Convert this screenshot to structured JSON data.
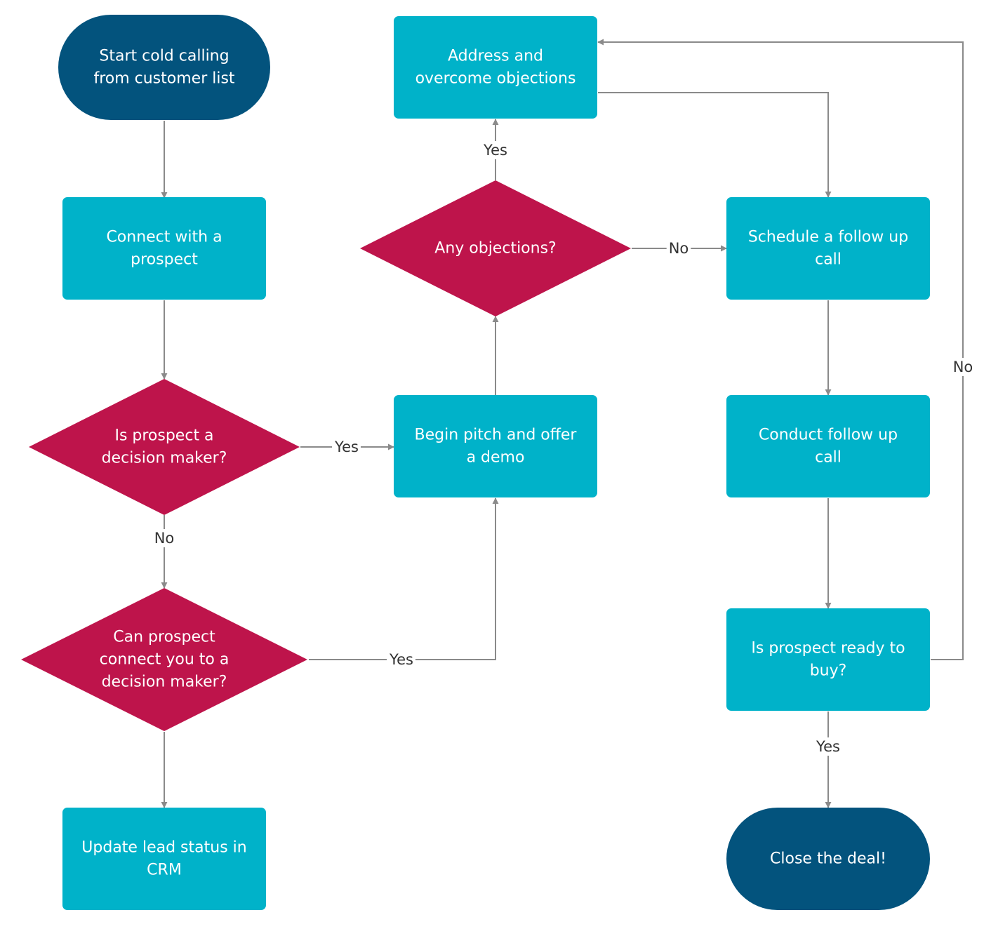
{
  "colors": {
    "terminal": "#03537D",
    "process": "#00B2C9",
    "decision": "#BE144B",
    "connector": "#8A8A8A",
    "text": "#FFFFFF",
    "label": "#333333"
  },
  "nodes": {
    "start": {
      "shape": "terminal",
      "lines": [
        "Start cold calling",
        "from customer list"
      ]
    },
    "connect": {
      "shape": "process",
      "lines": [
        "Connect with a",
        "prospect"
      ]
    },
    "decision_maker": {
      "shape": "decision",
      "lines": [
        "Is prospect a",
        "decision maker?"
      ]
    },
    "can_connect": {
      "shape": "decision",
      "lines": [
        "Can prospect",
        "connect you to a",
        "decision maker?"
      ]
    },
    "update_crm": {
      "shape": "process",
      "lines": [
        "Update lead status in",
        "CRM"
      ]
    },
    "pitch": {
      "shape": "process",
      "lines": [
        "Begin pitch and offer",
        "a demo"
      ]
    },
    "objections": {
      "shape": "decision",
      "lines": [
        "Any objections?"
      ]
    },
    "address": {
      "shape": "process",
      "lines": [
        "Address and",
        "overcome objections"
      ]
    },
    "schedule": {
      "shape": "process",
      "lines": [
        "Schedule a follow up",
        "call"
      ]
    },
    "conduct": {
      "shape": "process",
      "lines": [
        "Conduct follow up",
        "call"
      ]
    },
    "ready": {
      "shape": "process",
      "lines": [
        "Is prospect ready to",
        "buy?"
      ]
    },
    "close": {
      "shape": "terminal",
      "lines": [
        "Close the deal!"
      ]
    }
  },
  "edges": [
    {
      "from": "start",
      "to": "connect",
      "label": ""
    },
    {
      "from": "connect",
      "to": "decision_maker",
      "label": ""
    },
    {
      "from": "decision_maker",
      "to": "pitch",
      "label": "Yes"
    },
    {
      "from": "decision_maker",
      "to": "can_connect",
      "label": "No"
    },
    {
      "from": "can_connect",
      "to": "pitch",
      "label": "Yes"
    },
    {
      "from": "can_connect",
      "to": "update_crm",
      "label": ""
    },
    {
      "from": "pitch",
      "to": "objections",
      "label": ""
    },
    {
      "from": "objections",
      "to": "address",
      "label": "Yes"
    },
    {
      "from": "objections",
      "to": "schedule",
      "label": "No"
    },
    {
      "from": "address",
      "to": "schedule",
      "label": ""
    },
    {
      "from": "schedule",
      "to": "conduct",
      "label": ""
    },
    {
      "from": "conduct",
      "to": "ready",
      "label": ""
    },
    {
      "from": "ready",
      "to": "close",
      "label": "Yes"
    },
    {
      "from": "ready",
      "to": "address",
      "label": "No"
    }
  ]
}
